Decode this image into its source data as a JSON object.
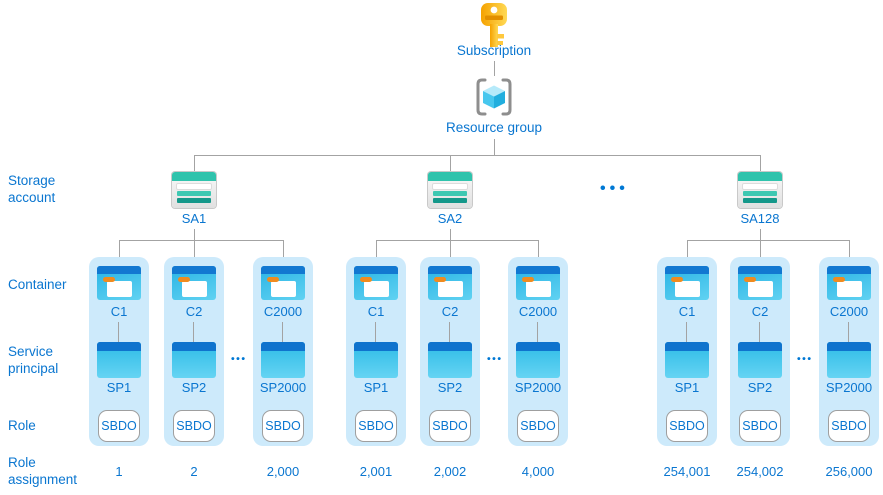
{
  "nodes": {
    "subscription": {
      "label": "Subscription"
    },
    "resource_group": {
      "label": "Resource group"
    }
  },
  "row_labels": {
    "storage_account": "Storage account",
    "container": "Container",
    "service_principal": "Service principal",
    "role": "Role",
    "role_assignment": "Role assignment"
  },
  "ellipsis": {
    "storage": "•••",
    "sp": "•••"
  },
  "groups": [
    {
      "storage_label": "SA1",
      "cards": [
        {
          "container": "C1",
          "service_principal": "SP1",
          "role": "SBDO",
          "assignment": "1"
        },
        {
          "container": "C2",
          "service_principal": "SP2",
          "role": "SBDO",
          "assignment": "2"
        },
        {
          "container": "C2000",
          "service_principal": "SP2000",
          "role": "SBDO",
          "assignment": "2,000"
        }
      ]
    },
    {
      "storage_label": "SA2",
      "cards": [
        {
          "container": "C1",
          "service_principal": "SP1",
          "role": "SBDO",
          "assignment": "2,001"
        },
        {
          "container": "C2",
          "service_principal": "SP2",
          "role": "SBDO",
          "assignment": "2,002"
        },
        {
          "container": "C2000",
          "service_principal": "SP2000",
          "role": "SBDO",
          "assignment": "4,000"
        }
      ]
    },
    {
      "storage_label": "SA128",
      "cards": [
        {
          "container": "C1",
          "service_principal": "SP1",
          "role": "SBDO",
          "assignment": "254,001"
        },
        {
          "container": "C2",
          "service_principal": "SP2",
          "role": "SBDO",
          "assignment": "254,002"
        },
        {
          "container": "C2000",
          "service_principal": "SP2000",
          "role": "SBDO",
          "assignment": "256,000"
        }
      ]
    }
  ],
  "colors": {
    "text_blue": "#0a76d0",
    "dots_blue": "#0078d4",
    "line_gray": "#a3a3a3",
    "card_bg": "#cdeafb",
    "container_top_bar": "#1278d1",
    "container_body": "#3fc6ee",
    "container_tab_orange": "#f08b1f",
    "sp_top_bar": "#0f73cd",
    "sp_body": "#45c9ef",
    "storage_teal": "#2fc3ac",
    "storage_teal_dark": "#15988a",
    "key_gold": "#ffb900",
    "cube_cyan": "#47c7ee"
  }
}
